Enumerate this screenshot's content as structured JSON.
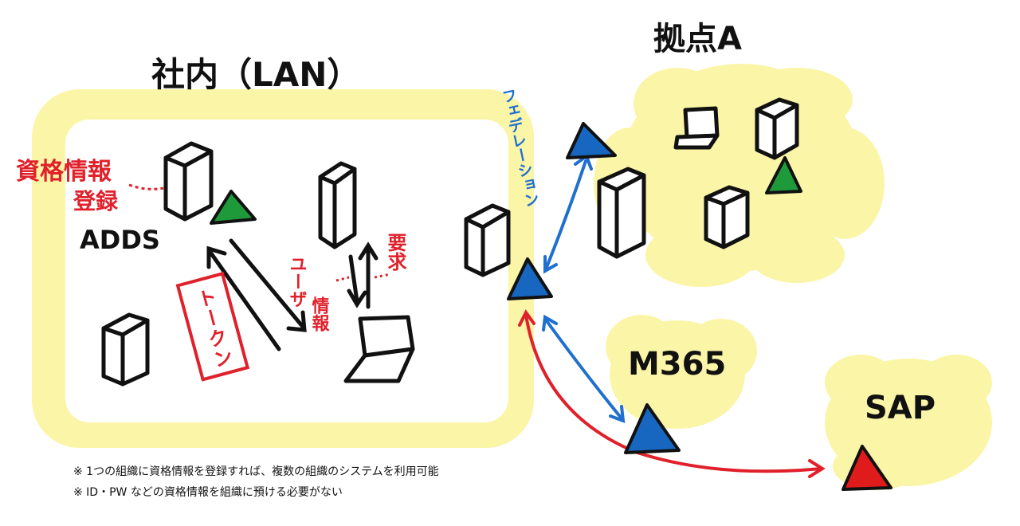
{
  "colors": {
    "highlight": "#fbf5a8",
    "ink": "#111111",
    "red": "#e0202a",
    "blue": "#1f6fd0",
    "green_idp": "#1f9a3a",
    "blue_idp": "#1766c0",
    "red_idp": "#e01b1b"
  },
  "lan": {
    "title": "社内（LAN）"
  },
  "site_a": {
    "title": "拠点A"
  },
  "labels": {
    "adds": "ADDS",
    "m365": "M365",
    "sap": "SAP"
  },
  "annotations": {
    "credential_reg_line1": "資格情報",
    "credential_reg_line2": "登録",
    "token": "トークン",
    "user_info_line1": "ユーザ",
    "user_info_line2": "情報",
    "request": "要求",
    "federation": "フェデレーション"
  },
  "notes": [
    "※ 1つの組織に資格情報を登録すれば、複数の組織のシステムを利用可能",
    "※ ID・PW などの資格情報を組織に預ける必要がない"
  ]
}
